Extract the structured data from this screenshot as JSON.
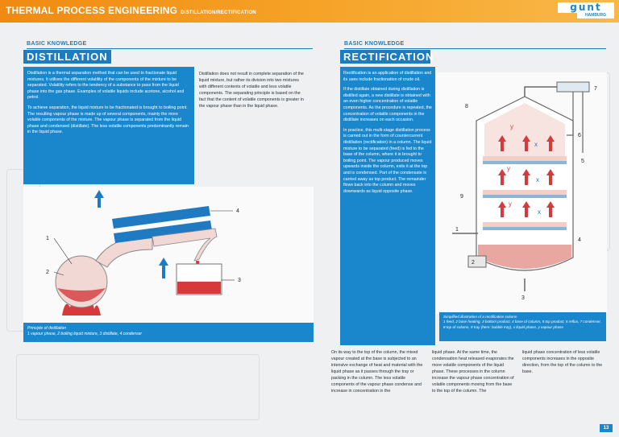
{
  "header": {
    "title": "THERMAL PROCESS ENGINEERING",
    "subtitle": "DISTILLATION/RECTIFICATION",
    "logo_main": "gunt",
    "logo_sub": "HAMBURG"
  },
  "left": {
    "kicker": "BASIC KNOWLEDGE",
    "title": "DISTILLATION",
    "box_paragraphs": [
      "Distillation is a thermal separation method that can be used to fractionate liquid mixtures. It utilises the different volatility of the components of the mixture to be separated. Volatility refers to the tendency of a substance to pass from the liquid phase into the gas phase. Examples of volatile liquids include acetone, alcohol and petrol.",
      "To achieve separation, the liquid mixture to be fractionated is brought to boiling point. The resulting vapour phase is made up of several components, mainly the more volatile components of the mixture. The vapour phase is separated from the liquid phase and condensed (distillate). The less volatile components predominantly remain in the liquid phase."
    ],
    "side_text": "Distillation does not result in complete separation of the liquid mixture, but rather its division into two mixtures with different contents of volatile and less volatile components. The separating principle is based on the fact that the content of volatile components is greater in the vapour phase than in the liquid phase.",
    "figure_labels": [
      "1",
      "2",
      "3",
      "4"
    ],
    "caption_title": "Principle of distillation",
    "caption_legend": "1 vapour phase, 2 boiling liquid mixture, 3 distillate, 4 condenser"
  },
  "right": {
    "kicker": "BASIC KNOWLEDGE",
    "title": "RECTIFICATION",
    "box_paragraphs": [
      "Rectification is an application of distillation and its uses include fractionation of crude oil.",
      "If the distillate obtained during distillation is distilled again, a new distillate is obtained with an even higher concentration of volatile components. As the procedure is repeated, the concentration of volatile components in the distillate increases on each occasion.",
      "In practice, this multi-stage distillation process is carried out in the form of countercurrent distillation (rectification) in a column. The liquid mixture to be separated (feed) is fed to the base of the column, where it is brought to boiling point. The vapour produced moves upwards inside the column, exits it at the top and is condensed. Part of the condensate is carried away as top product. The remainder flows back into the column and moves downwards as liquid opposite phase."
    ],
    "figure_labels": [
      "1",
      "2",
      "3",
      "4",
      "5",
      "6",
      "7",
      "8",
      "9"
    ],
    "figure_letters": [
      "x",
      "y"
    ],
    "caption_title": "Simplified illustration of a rectification column",
    "caption_legend": "1 feed, 2 base heating, 3 bottom product, 4 base of column, 5 top product, 6 reflux, 7 condenser, 8 top of column, 9 tray (here: bubble tray), x liquid phase, y vapour phase",
    "bottom_columns": [
      "On its way to the top of the column, the mixed vapour created at the base is subjected to an intensive exchange of heat and material with the liquid phase as it passes through the tray or packing in the column. The less volatile components of the vapour phase condense and increase in concentration in the",
      "liquid phase. At the same time, the condensation heat released evaporates the more volatile components of the liquid phase. These processes in the column increase the vapour phase concentration of volatile components moving from the base to the top of the column. The",
      "liquid phase concentration of less volatile components increases in the opposite direction, from the top of the column to the base."
    ]
  },
  "page_number": "13"
}
